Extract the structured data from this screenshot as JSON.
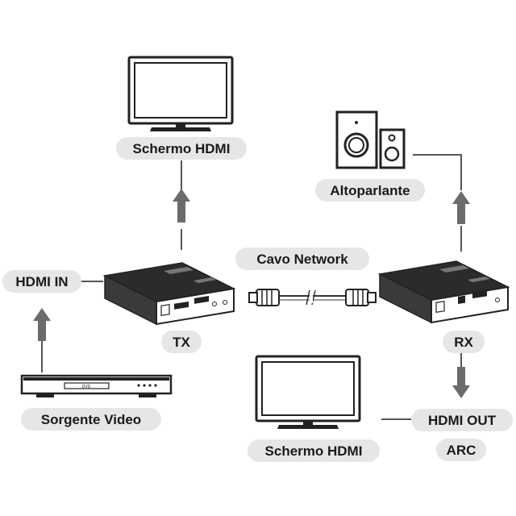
{
  "labels": {
    "screen_top": "Schermo HDMI",
    "speaker": "Altoparlante",
    "hdmi_in": "HDMI IN",
    "network_cable": "Cavo Network",
    "tx": "TX",
    "rx": "RX",
    "video_source": "Sorgente Video",
    "screen_bottom": "Schermo HDMI",
    "hdmi_out": "HDMI OUT",
    "arc": "ARC"
  },
  "device_text": {
    "dvd": "DVD"
  },
  "colors": {
    "pill_bg": "#e6e6e6",
    "arrow": "#6b6b6b",
    "line": "#222222",
    "device_dark": "#2b2b2b"
  }
}
